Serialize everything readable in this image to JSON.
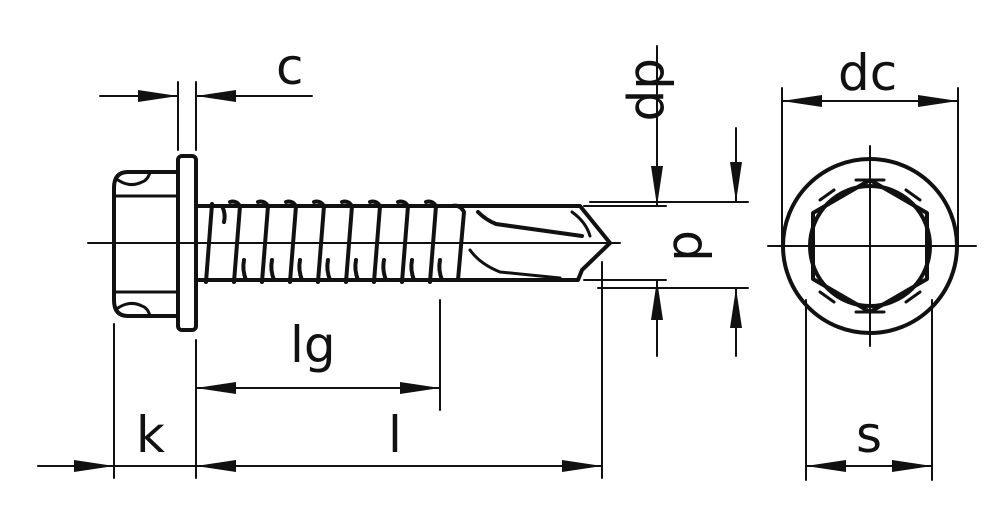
{
  "labels": {
    "c": "c",
    "dp": "dp",
    "d": "d",
    "dc": "dc",
    "lg": "lg",
    "l": "l",
    "k": "k",
    "s": "s"
  }
}
